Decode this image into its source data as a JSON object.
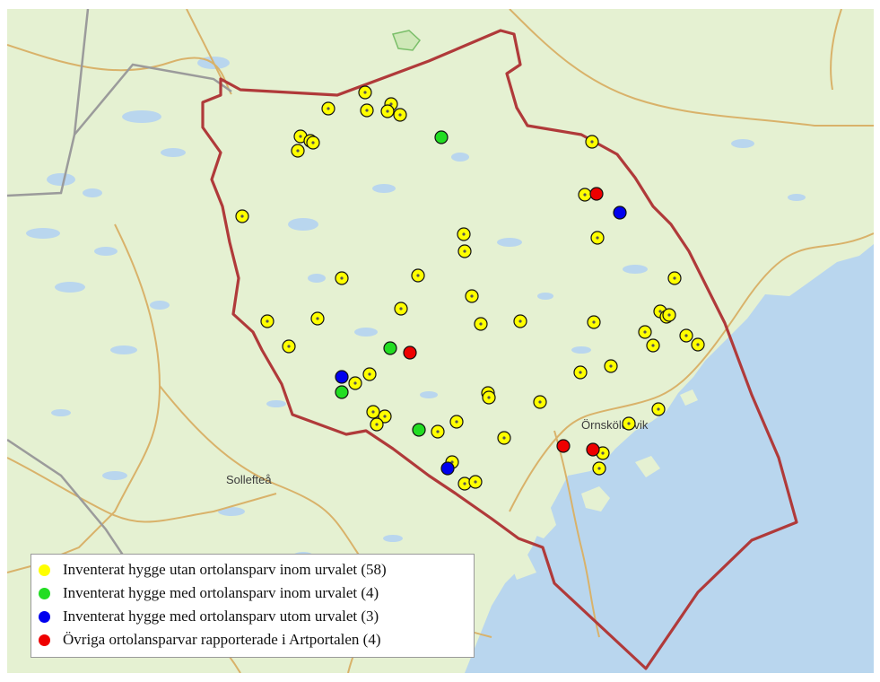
{
  "map": {
    "place_labels": [
      {
        "name": "Sollefteå"
      },
      {
        "name": "Örnsköldsvik"
      }
    ]
  },
  "legend": {
    "items": [
      {
        "label": "Inventerat hygge utan ortolansparv inom urvalet (58)",
        "color": "#ffff00"
      },
      {
        "label": "Inventerat hygge med ortolansparv inom urvalet (4)",
        "color": "#22dd22"
      },
      {
        "label": "Inventerat hygge med ortolansparv utom urvalet (3)",
        "color": "#0000ee"
      },
      {
        "label": "Övriga ortolansparvar rapporterade i Artportalen (4)",
        "color": "#ee0000"
      }
    ]
  },
  "colors": {
    "land": "#e5f1d2",
    "water": "#b9d6ee",
    "boundary": "#b03a3a",
    "road": "#d9b26a",
    "border": "#9b9b9b",
    "marker_yellow": "#ffff00",
    "marker_green": "#22dd22",
    "marker_blue": "#0000ee",
    "marker_red": "#ee0000"
  }
}
